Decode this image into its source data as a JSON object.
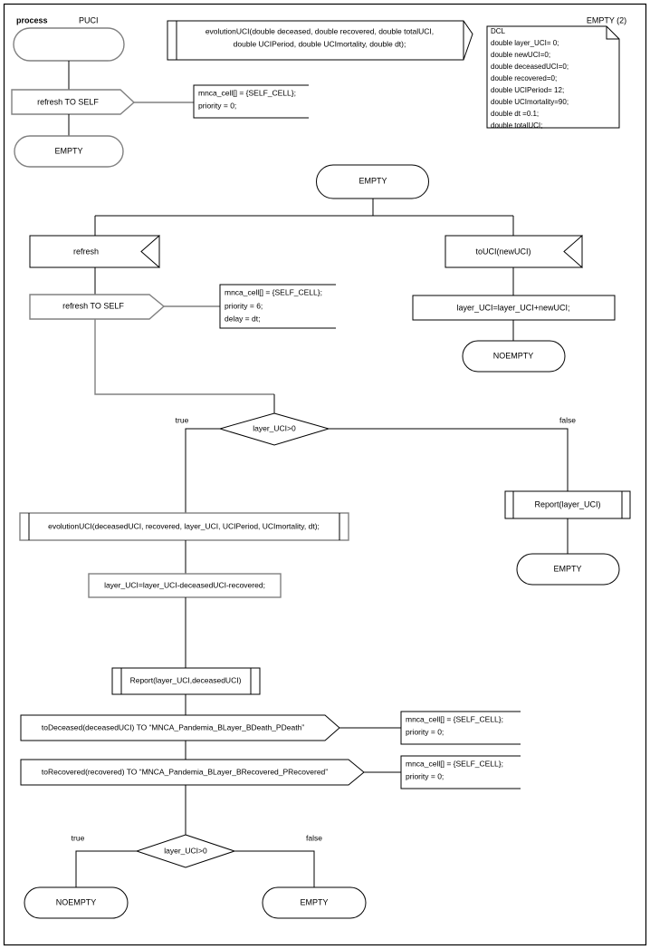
{
  "diagram": {
    "kind": "sdl-process-diagram",
    "header": {
      "process_keyword": "process",
      "process_name": "PUCI",
      "page_label": "EMPTY (2)"
    },
    "procedure_declaration": {
      "line1": "evolutionUCI(double deceased, double recovered, double totalUCI,",
      "line2": "double UCIPeriod, double UCImortality, double dt);"
    },
    "dcl_block": {
      "title": "DCL",
      "lines": [
        "double layer_UCI= 0;",
        "double newUCI=0;",
        "double deceasedUCI=0;",
        "double recovered=0;",
        "double UCIPeriod= 12;",
        "double UCImortality=90;",
        "double dt =0.1;",
        "double totalUCI;"
      ]
    },
    "start_branch": {
      "start_state_label": "",
      "output_refresh_to_self": "refresh TO SELF",
      "comment_line1": "mnca_cell[] = {SELF_CELL};",
      "comment_line2": "priority = 0;",
      "next_state": "EMPTY"
    },
    "main_state": "EMPTY",
    "left_branch": {
      "input_label": "refresh",
      "output_label": "refresh TO SELF",
      "comment_line1": "mnca_cell[] = {SELF_CELL};",
      "comment_line2": "priority = 6;",
      "comment_line3": "delay = dt;"
    },
    "right_branch": {
      "input_label": "toUCI(newUCI)",
      "task_label": "layer_UCI=layer_UCI+newUCI;",
      "state_label": "NOEMPTY"
    },
    "decision_top": {
      "condition": "layer_UCI>0",
      "true_label": "true",
      "false_label": "false"
    },
    "false_path": {
      "procedure_call": "Report(layer_UCI)",
      "state_label": "EMPTY"
    },
    "true_path": {
      "procedure_call_evolution": "evolutionUCI(deceasedUCI, recovered, layer_UCI, UCIPeriod, UCImortality, dt);",
      "task_label": "layer_UCI=layer_UCI-deceasedUCI-recovered;",
      "procedure_call_report": "Report(layer_UCI,deceasedUCI)",
      "output_deceased": "toDeceased(deceasedUCI) TO “MNCA_Pandemia_BLayer_BDeath_PDeath”",
      "output_deceased_comment_line1": "mnca_cell[] = {SELF_CELL};",
      "output_deceased_comment_line2": "priority = 0;",
      "output_recovered": "toRecovered(recovered) TO “MNCA_Pandemia_BLayer_BRecovered_PRecovered”",
      "output_recovered_comment_line1": "mnca_cell[] = {SELF_CELL};",
      "output_recovered_comment_line2": "priority = 0;"
    },
    "decision_bottom": {
      "condition": "layer_UCI>0",
      "true_label": "true",
      "false_label": "false",
      "true_state": "NOEMPTY",
      "false_state": "EMPTY"
    },
    "colors": {
      "stroke_dark": "#000000",
      "stroke_gray": "#808080",
      "background": "#ffffff",
      "text": "#000000"
    }
  }
}
